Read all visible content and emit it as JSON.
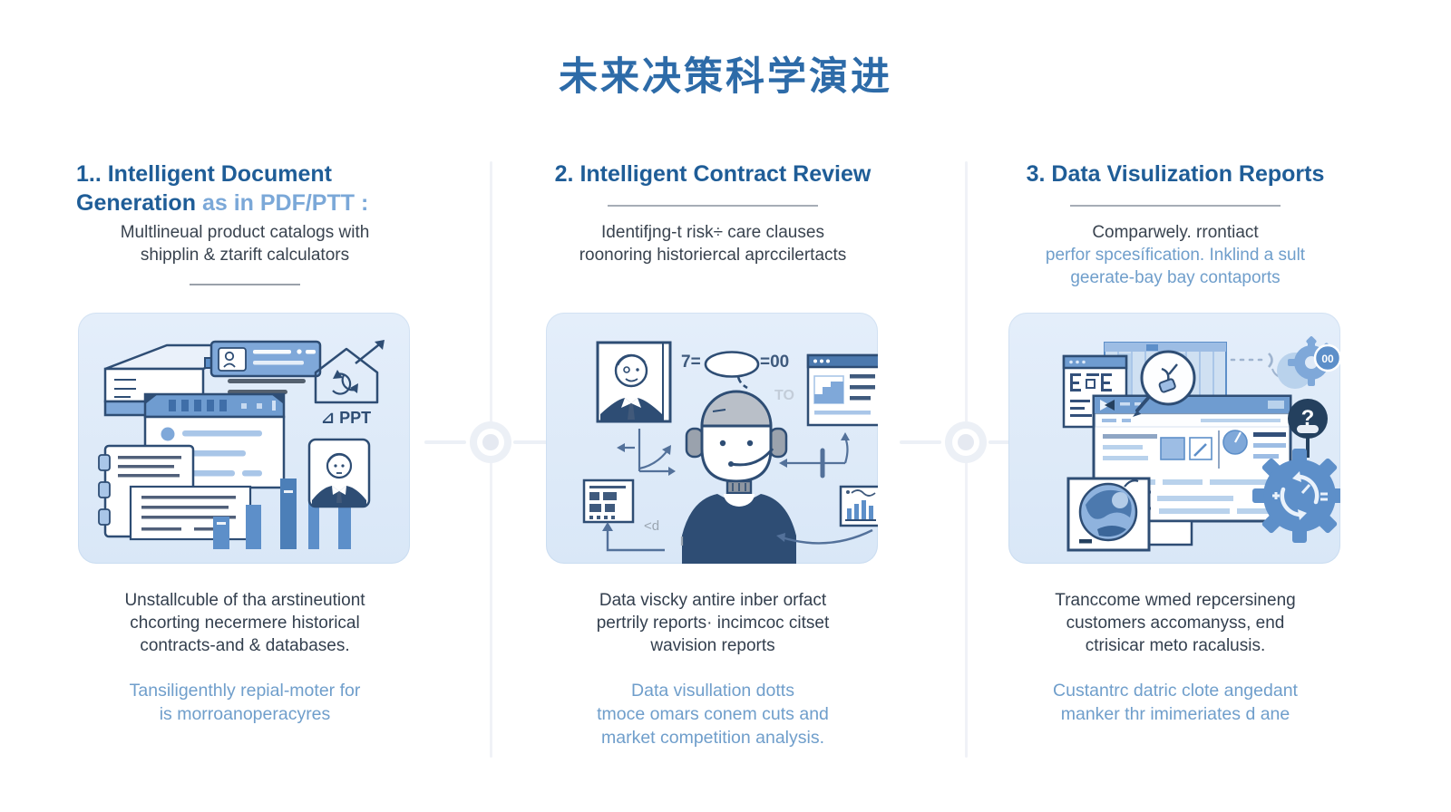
{
  "title": "未来决策科学演进",
  "colors": {
    "title_blue": "#2d6ba8",
    "heading_blue": "#1f5d97",
    "heading_light_blue": "#7ba8d8",
    "text_dark": "#333f4e",
    "text_blue": "#6f9ecb",
    "card_background": "#dde9f7",
    "illustration_navy": "#2e4d74",
    "illustration_blue": "#5d8fc9"
  },
  "columns": [
    {
      "heading_line1": "1.. Intelligent Document",
      "heading_line2_dark": "Generation",
      "heading_line2_light": "as in PDF/PTT :",
      "subtitle_line1": "Multlineual product catalogs with",
      "subtitle_line2": "shipplin & ztarift calculators",
      "body_line1": "Unstallcuble of tha arstineutiont",
      "body_line2": "chcorting necermere historical",
      "body_line3": "contracts-and & databases.",
      "footer_line1": "Tansiligenthly repial-moter for",
      "footer_line2": "is morroanoperacyres"
    },
    {
      "heading": "2. Intelligent Contract Review",
      "subtitle_line1": "Identifjng-t risk÷ care clauses",
      "subtitle_line2": "roonoring historiercal aprccilertacts",
      "body_line1": "Data viscky antire inber orfact",
      "body_line2": "pertrily reports· incimcoc citset",
      "body_line3": "wavision reports",
      "footer_line1": "Data visullation dotts",
      "footer_line2": "tmoce omars conem cuts and",
      "footer_line3": "market competition analysis."
    },
    {
      "heading": "3. Data Visulization Reports",
      "subtitle_dark": "Comparwely. rrontiact",
      "subtitle_blue_line1": "perfor spcesífication. Inklind a sult",
      "subtitle_blue_line2": "geerate-bay bay contaports",
      "body_line1": "Tranccome wmed repcersineng",
      "body_line2": "customers accomanyss, end",
      "body_line3": "ctrisicar meto racalusis.",
      "footer_line1": "Custantrc datric clote angedant",
      "footer_line2": "manker thr imimeriates d ane"
    }
  ],
  "illustrations": {
    "document_generation": {
      "ppt_label": "⊿ PPT"
    },
    "contract_review": {
      "left_label": "7=",
      "right_label": "=00",
      "to_label": "TO"
    },
    "data_visualization": {
      "gear_badge": "00",
      "question_mark": "?"
    }
  }
}
